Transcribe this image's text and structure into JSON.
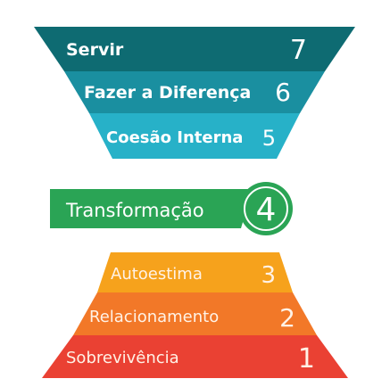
{
  "levels": [
    {
      "name": "Servir",
      "number": "7",
      "color": "#0e6b72"
    },
    {
      "name": "Fazer a Diferença",
      "number": "6",
      "color": "#1a8fa0"
    },
    {
      "name": "Coesão Interna",
      "number": "5",
      "color": "#27b1c8"
    },
    {
      "name": "Transformação",
      "number": "4",
      "color": "#2aa455"
    },
    {
      "name": "Autoestima",
      "number": "3",
      "color": "#f6a21c"
    },
    {
      "name": "Relacionamento",
      "number": "2",
      "color": "#f27828"
    },
    {
      "name": "Sobrevivência",
      "number": "1",
      "color": "#ea4133"
    }
  ],
  "colors": {
    "upper_text": "#ffffff",
    "lower_text": "#fff2e6",
    "transform_ring": "#ffffff",
    "background": "#ffffff"
  }
}
